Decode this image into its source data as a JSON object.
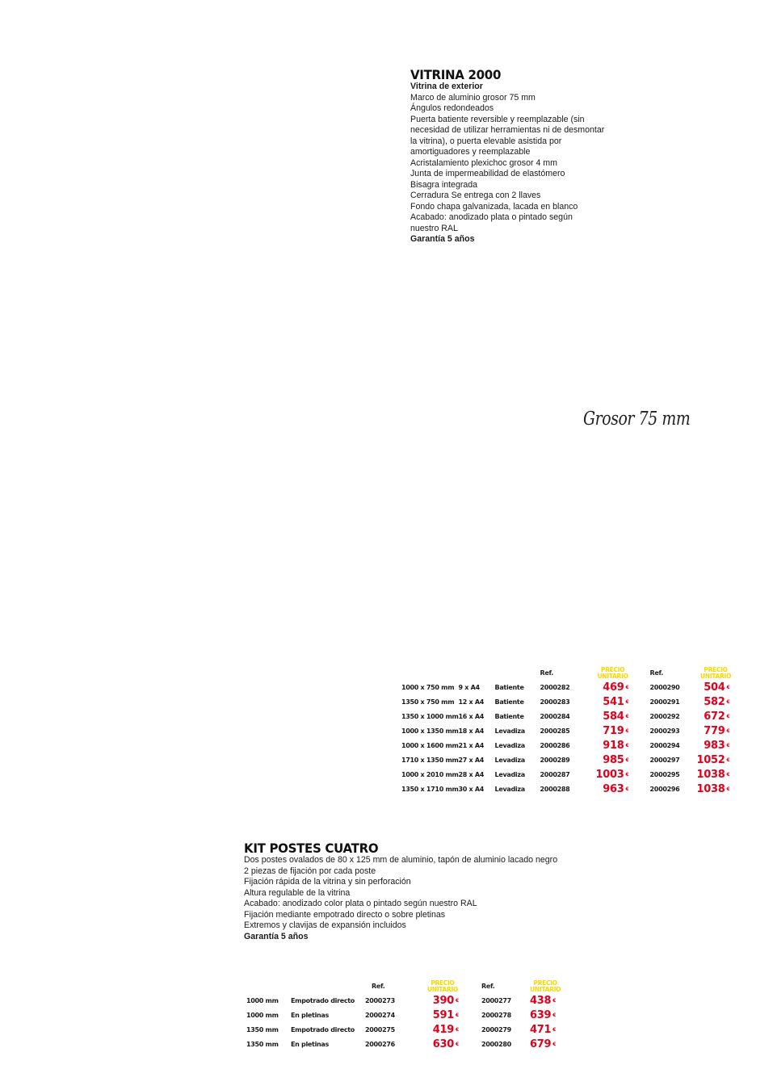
{
  "vitrina": {
    "title": "VITRINA 2000",
    "lines": [
      {
        "text": "Vitrina de exterior",
        "bold": true
      },
      {
        "text": "Marco de aluminio grosor 75 mm",
        "bold": false
      },
      {
        "text": "Ángulos redondeados",
        "bold": false
      },
      {
        "text": "Puerta batiente reversible y reemplazable (sin",
        "bold": false
      },
      {
        "text": "necesidad de utilizar herramientas ni de desmontar",
        "bold": false
      },
      {
        "text": "la vitrina), o puerta elevable asistida por",
        "bold": false
      },
      {
        "text": "amortiguadores y reemplazable",
        "bold": false
      },
      {
        "text": "Acristalamiento plexichoc grosor 4 mm",
        "bold": false
      },
      {
        "text": "Junta de impermeabilidad de elastómero",
        "bold": false
      },
      {
        "text": "Bisagra integrada",
        "bold": false
      },
      {
        "text": "Cerradura Se entrega con 2 llaves",
        "bold": false
      },
      {
        "text": "Fondo chapa galvanizada, lacada en blanco",
        "bold": false
      },
      {
        "text": "Acabado: anodizado plata o pintado según",
        "bold": false
      },
      {
        "text": "nuestro RAL",
        "bold": false
      },
      {
        "text": "Garantía 5 años",
        "bold": true
      }
    ],
    "handnote": "Grosor 75 mm",
    "table": {
      "ref_label": "Ref.",
      "price_label_1": "PRECIO",
      "price_label_2": "UNITARIO",
      "currency": "€",
      "rows": [
        {
          "size": "1000 x 750 mm",
          "format": "9 x A4",
          "door": "Batiente",
          "ref1": "2000282",
          "price1": "469",
          "ref2": "2000290",
          "price2": "504"
        },
        {
          "size": "1350 x 750 mm",
          "format": "12 x A4",
          "door": "Batiente",
          "ref1": "2000283",
          "price1": "541",
          "ref2": "2000291",
          "price2": "582"
        },
        {
          "size": "1350 x 1000 mm",
          "format": "16 x A4",
          "door": "Batiente",
          "ref1": "2000284",
          "price1": "584",
          "ref2": "2000292",
          "price2": "672"
        },
        {
          "size": "1000 x 1350 mm",
          "format": "18 x A4",
          "door": "Levadiza",
          "ref1": "2000285",
          "price1": "719",
          "ref2": "2000293",
          "price2": "779"
        },
        {
          "size": "1000 x 1600 mm",
          "format": "21 x A4",
          "door": "Levadiza",
          "ref1": "2000286",
          "price1": "918",
          "ref2": "2000294",
          "price2": "983"
        },
        {
          "size": "1710 x 1350 mm",
          "format": "27 x A4",
          "door": "Levadiza",
          "ref1": "2000289",
          "price1": "985",
          "ref2": "2000297",
          "price2": "1052"
        },
        {
          "size": "1000 x 2010 mm",
          "format": "28 x A4",
          "door": "Levadiza",
          "ref1": "2000287",
          "price1": "1003",
          "ref2": "2000295",
          "price2": "1038"
        },
        {
          "size": "1350 x 1710 mm",
          "format": "30 x A4",
          "door": "Levadiza",
          "ref1": "2000288",
          "price1": "963",
          "ref2": "2000296",
          "price2": "1038"
        }
      ]
    }
  },
  "kit": {
    "title": "KIT POSTES CUATRO",
    "lines": [
      {
        "text": "Dos postes ovalados de 80 x 125 mm de aluminio, tapón de aluminio lacado negro",
        "bold": false
      },
      {
        "text": "2 piezas de fijación por cada poste",
        "bold": false
      },
      {
        "text": "Fijación rápida de la vitrina y sin perforación",
        "bold": false
      },
      {
        "text": "Altura regulable de la vitrina",
        "bold": false
      },
      {
        "text": "Acabado: anodizado color plata o pintado según nuestro RAL",
        "bold": false
      },
      {
        "text": "Fijación mediante empotrado directo o sobre pletinas",
        "bold": false
      },
      {
        "text": "Extremos y clavijas de expansión incluidos",
        "bold": false
      },
      {
        "text": "Garantía 5 años",
        "bold": true
      }
    ],
    "table": {
      "ref_label": "Ref.",
      "price_label_1": "PRECIO",
      "price_label_2": "UNITARIO",
      "currency": "€",
      "rows": [
        {
          "length": "1000 mm",
          "mount": "Empotrado directo",
          "ref1": "2000273",
          "price1": "390",
          "ref2": "2000277",
          "price2": "438"
        },
        {
          "length": "1000 mm",
          "mount": "En pletinas",
          "ref1": "2000274",
          "price1": "591",
          "ref2": "2000278",
          "price2": "639"
        },
        {
          "length": "1350 mm",
          "mount": "Empotrado directo",
          "ref1": "2000275",
          "price1": "419",
          "ref2": "2000279",
          "price2": "471"
        },
        {
          "length": "1350 mm",
          "mount": "En pletinas",
          "ref1": "2000276",
          "price1": "630",
          "ref2": "2000280",
          "price2": "679"
        }
      ]
    }
  }
}
